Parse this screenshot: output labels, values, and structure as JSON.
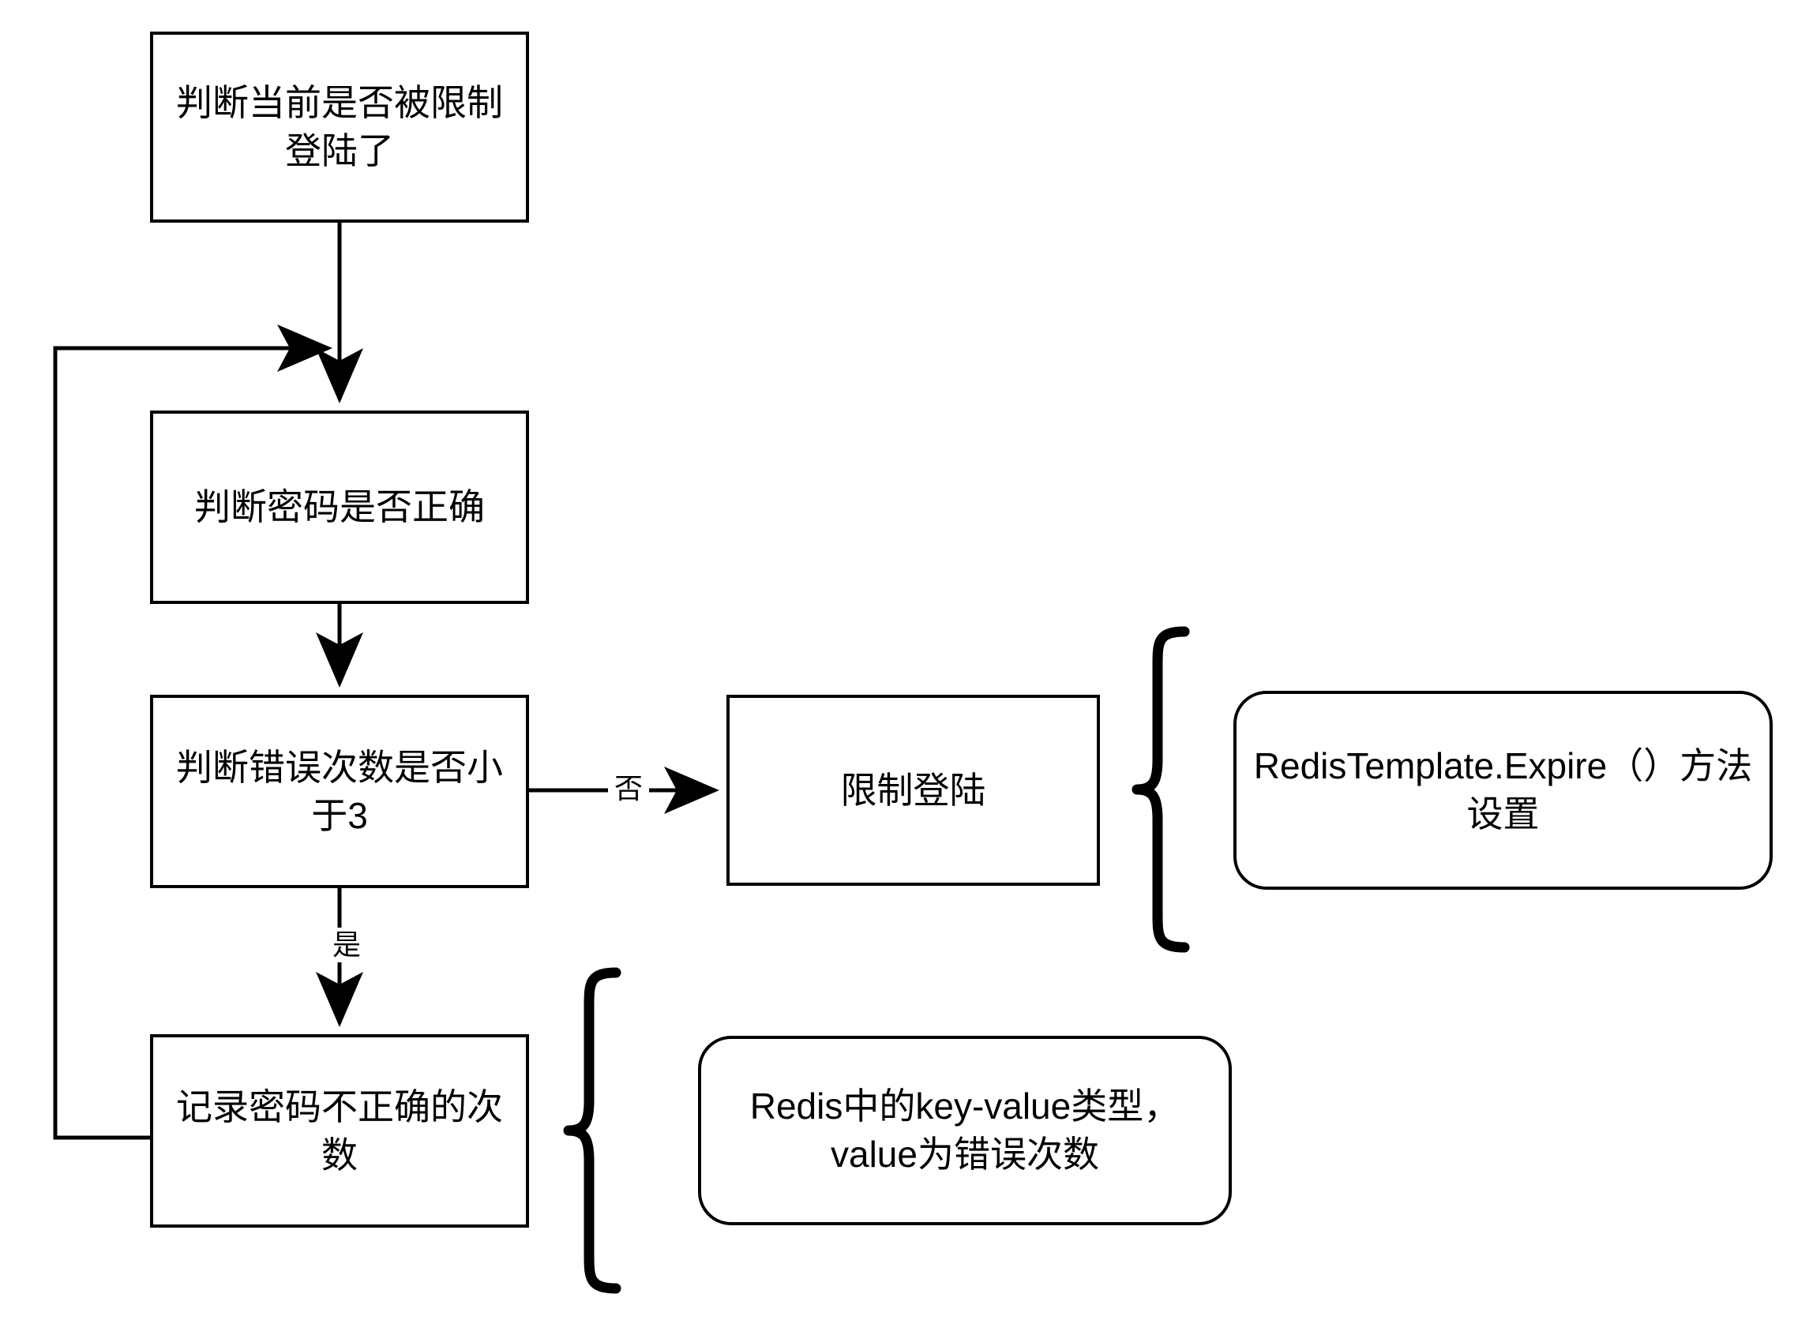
{
  "diagram": {
    "type": "flowchart",
    "title": "",
    "background_color": "#ffffff",
    "stroke_color": "#000000",
    "text_color": "#000000",
    "nodes": [
      {
        "id": "check-limited",
        "shape": "rectangle",
        "label": "判断当前是否被限制\n登陆了"
      },
      {
        "id": "check-password",
        "shape": "rectangle",
        "label": "判断密码是否正确"
      },
      {
        "id": "check-fail-count",
        "shape": "rectangle",
        "label": "判断错误次数是否小\n于3"
      },
      {
        "id": "record-fail-count",
        "shape": "rectangle",
        "label": "记录密码不正确的次\n数"
      },
      {
        "id": "limit-login",
        "shape": "rectangle",
        "label": "限制登陆"
      },
      {
        "id": "note-redis-expire",
        "shape": "rounded-rectangle",
        "label": "RedisTemplate.Expire（）方法\n设置"
      },
      {
        "id": "note-redis-kv",
        "shape": "rounded-rectangle",
        "label": "Redis中的key-value类型，\nvalue为错误次数"
      }
    ],
    "edges": [
      {
        "from": "check-limited",
        "to": "check-password",
        "label": ""
      },
      {
        "from": "check-password",
        "to": "check-fail-count",
        "label": ""
      },
      {
        "from": "check-fail-count",
        "to": "limit-login",
        "label": "否"
      },
      {
        "from": "check-fail-count",
        "to": "record-fail-count",
        "label": "是"
      },
      {
        "from": "record-fail-count",
        "to": "check-password",
        "label": ""
      }
    ],
    "annotations": [
      {
        "id": "brace-expire",
        "shape": "curly-brace",
        "points_to": "note-redis-expire",
        "describes": "limit-login"
      },
      {
        "id": "brace-kv",
        "shape": "curly-brace",
        "points_to": "note-redis-kv",
        "describes": "record-fail-count"
      }
    ]
  }
}
